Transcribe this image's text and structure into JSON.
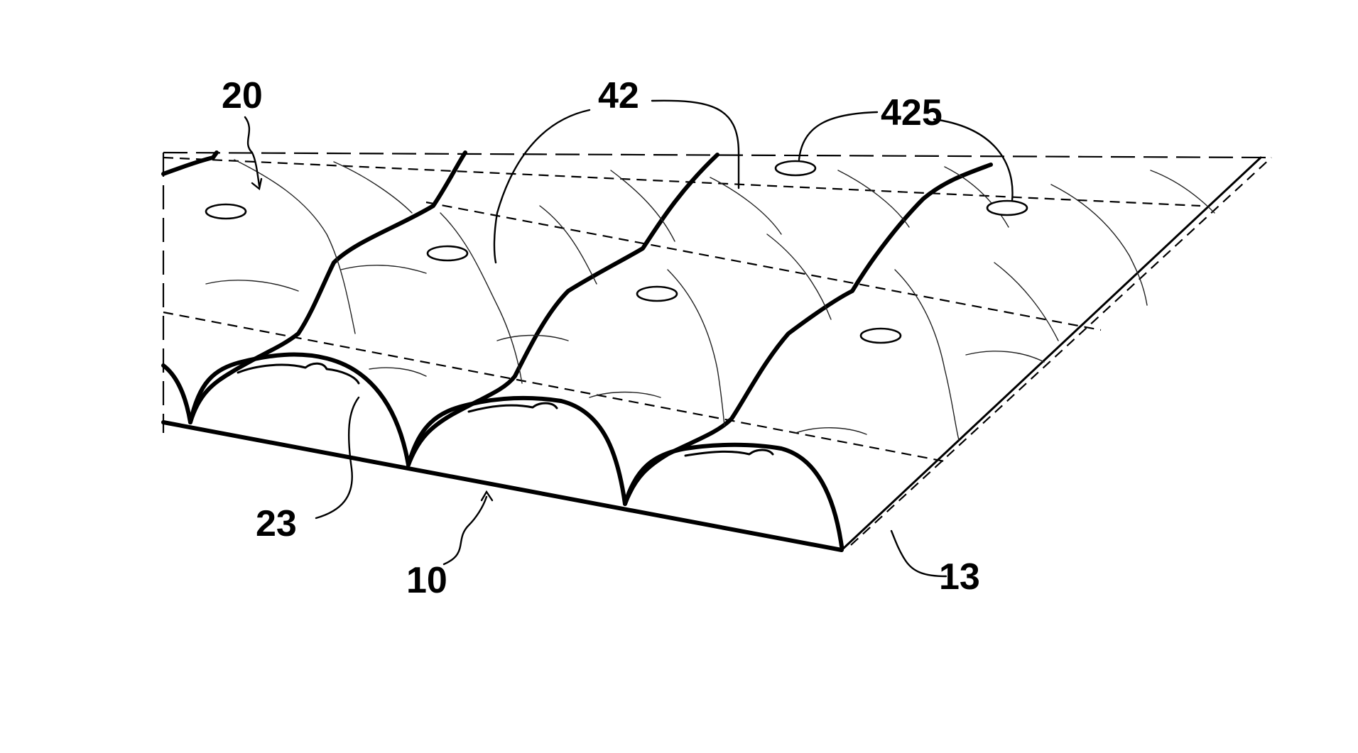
{
  "figure": {
    "labels": {
      "l20": "20",
      "l42": "42",
      "l425": "425",
      "l23": "23",
      "l10": "10",
      "l13": "13"
    }
  }
}
